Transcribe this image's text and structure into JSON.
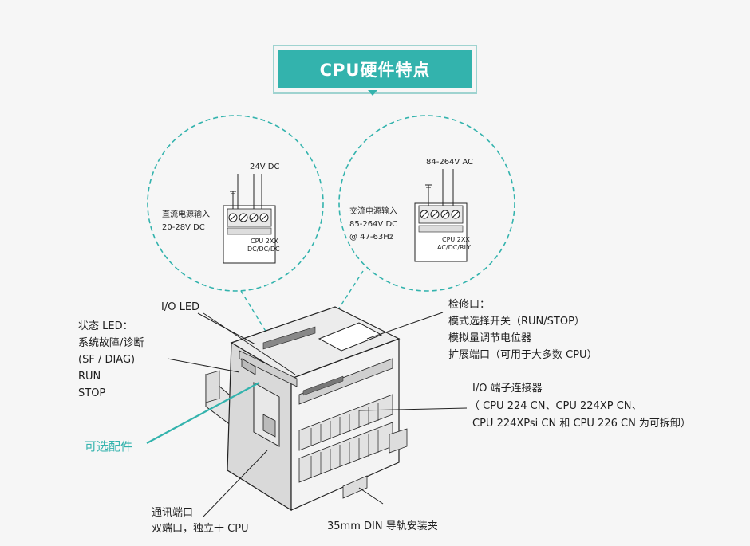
{
  "title": "CPU硬件特点",
  "dc_callout": {
    "voltage": "24V DC",
    "label_line1": "直流电源输入",
    "label_line2": "20-28V DC",
    "terminal_model": "CPU 2XX",
    "terminal_type": "DC/DC/DC"
  },
  "ac_callout": {
    "voltage": "84-264V AC",
    "label_line1": "交流电源输入",
    "label_line2": "85-264V DC",
    "label_line3": "@ 47-63Hz",
    "terminal_model": "CPU 2XX",
    "terminal_type": "AC/DC/RLY"
  },
  "labels": {
    "io_led": "I/O LED",
    "status_led": [
      "状态 LED：",
      "系统故障/诊断",
      "(SF / DIAG)",
      "RUN",
      "STOP"
    ],
    "maintenance": [
      "检修口：",
      "模式选择开关（RUN/STOP）",
      "模拟量调节电位器",
      "扩展端口（可用于大多数 CPU）"
    ],
    "io_connector": [
      "I/O 端子连接器",
      "（ CPU 224 CN、CPU 224XP CN、",
      "CPU 224XPsi CN 和 CPU 226 CN 为可拆卸）"
    ],
    "optional": "可选配件",
    "comm_port": [
      "通讯端口",
      "双端口，独立于 CPU"
    ],
    "din_rail": "35mm DIN 导轨安装夹"
  },
  "colors": {
    "accent": "#33b3ad",
    "text": "#1e1e1e",
    "background": "#f6f6f6"
  }
}
